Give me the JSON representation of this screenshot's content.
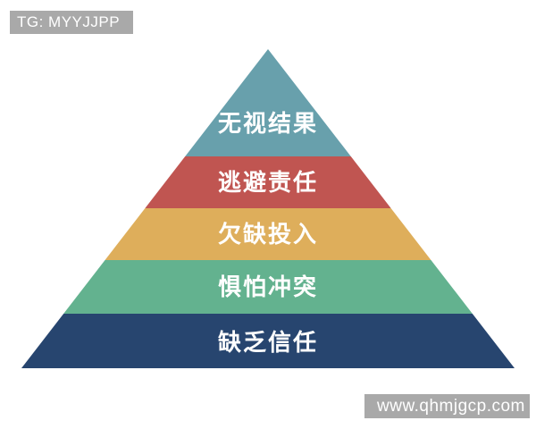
{
  "watermarks": {
    "top_left": "TG: MYYJJPP",
    "bottom_right": "www.qhmjgcp.com",
    "background_color": "#a9a9a9",
    "text_color": "#ffffff"
  },
  "pyramid": {
    "type": "pyramid-diagram",
    "label_color": "#ffffff",
    "layers": [
      {
        "label": "无视结果",
        "color": "#68a0ac"
      },
      {
        "label": "逃避责任",
        "color": "#c05551"
      },
      {
        "label": "欠缺投入",
        "color": "#deae5b"
      },
      {
        "label": "惧怕冲突",
        "color": "#63b28f"
      },
      {
        "label": "缺乏信任",
        "color": "#27456f"
      }
    ]
  }
}
